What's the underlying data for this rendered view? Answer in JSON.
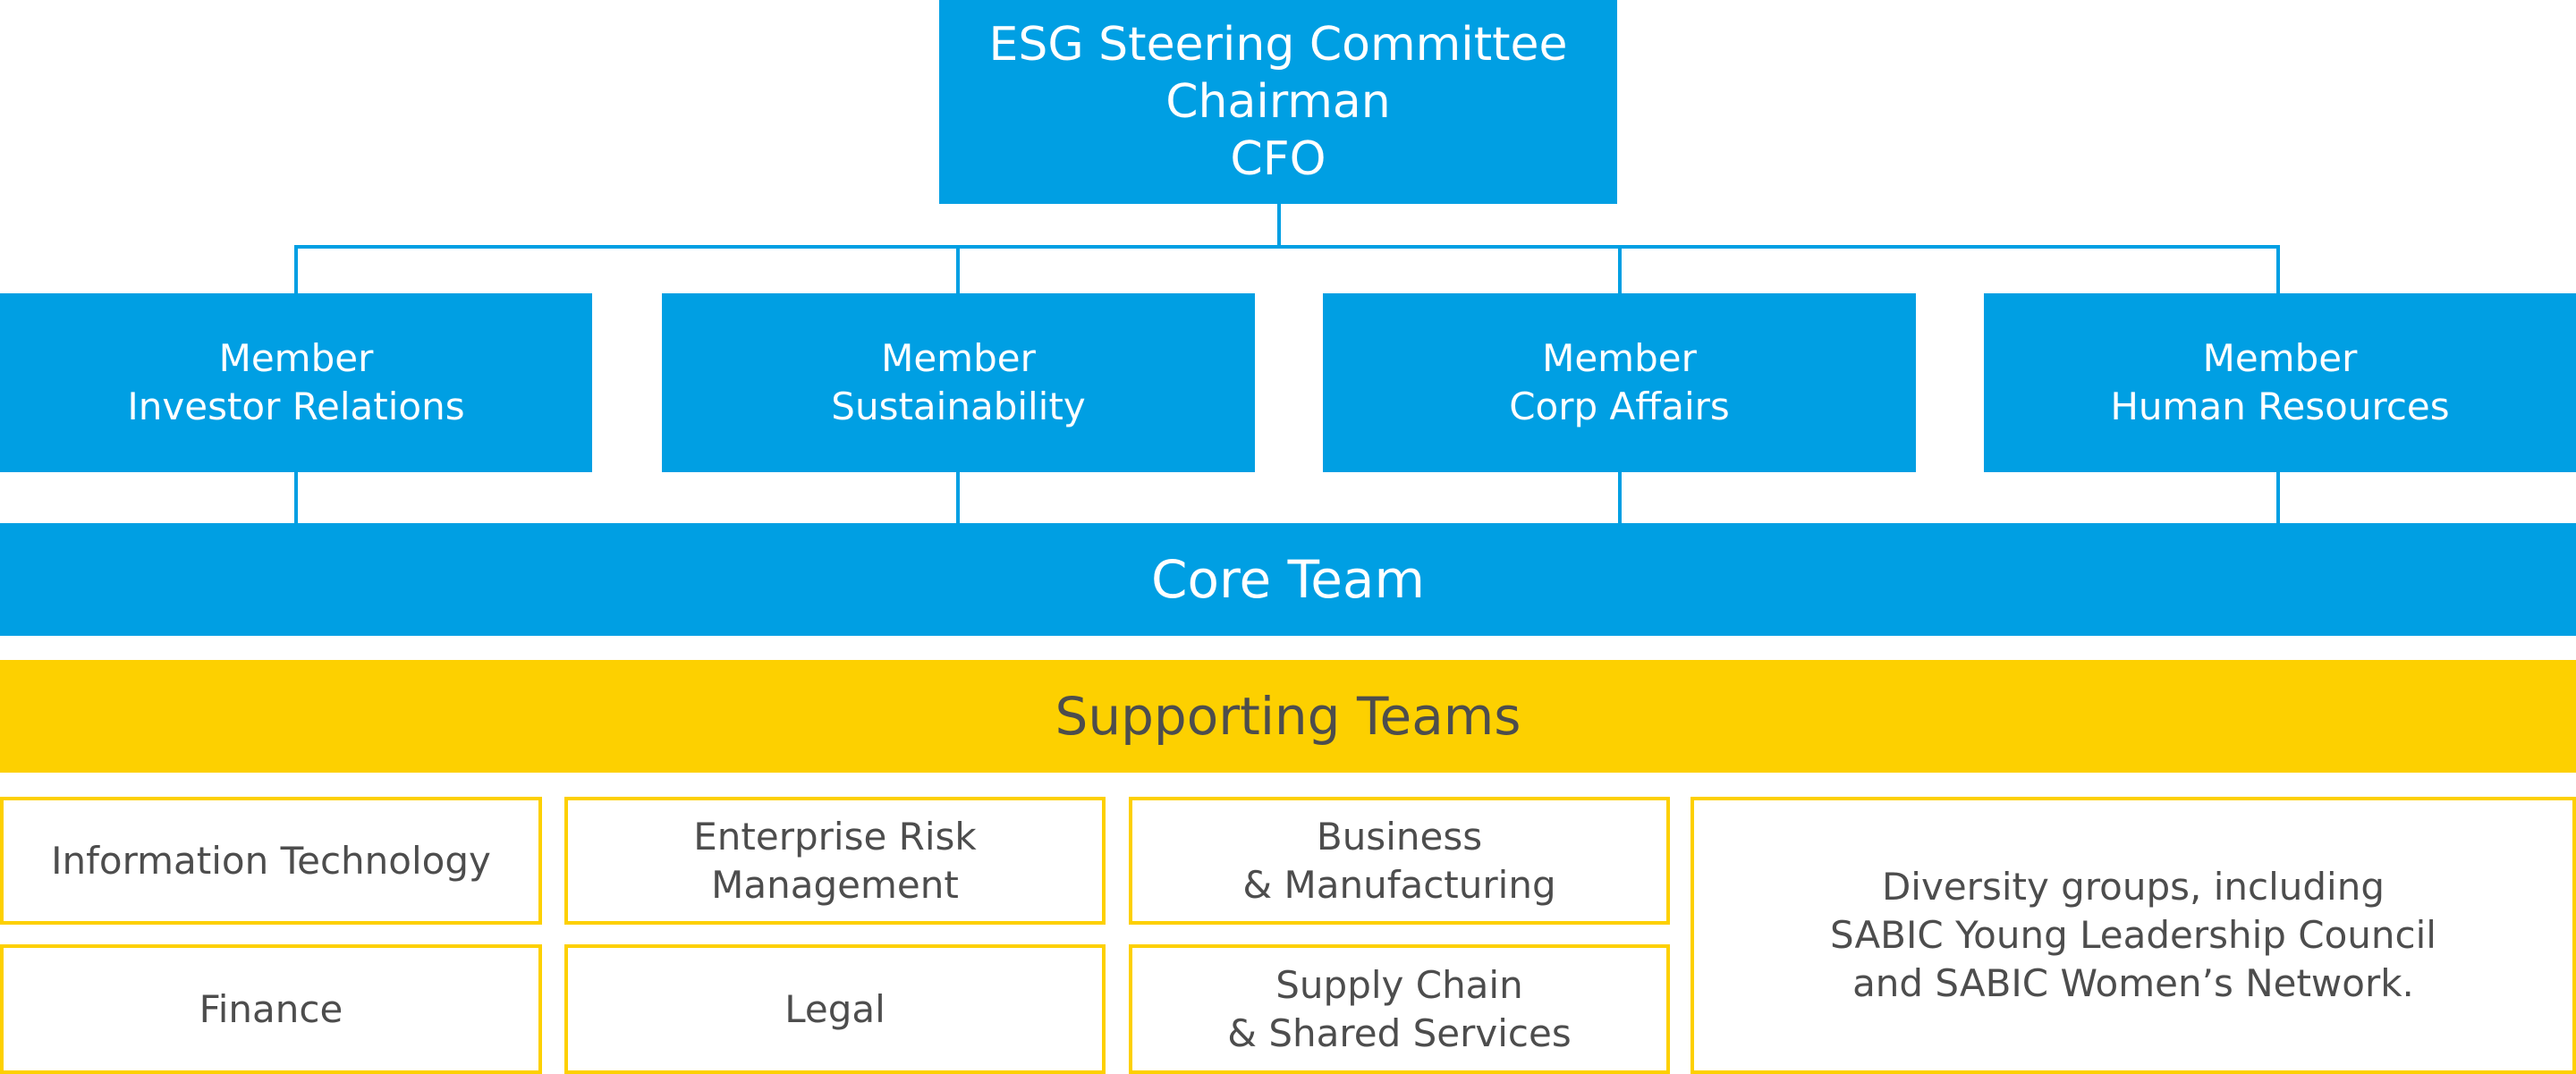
{
  "colors": {
    "blue": "#009FE3",
    "yellow": "#FDD000"
  },
  "committee": {
    "lines": [
      "ESG Steering Committee",
      "Chairman",
      "CFO"
    ]
  },
  "members": [
    {
      "role": "Member",
      "area": "Investor Relations"
    },
    {
      "role": "Member",
      "area": "Sustainability"
    },
    {
      "role": "Member",
      "area": "Corp Affairs"
    },
    {
      "role": "Member",
      "area": "Human Resources"
    }
  ],
  "core_team": {
    "label": "Core Team"
  },
  "supporting_teams": {
    "label": "Supporting Teams",
    "teams": [
      {
        "lines": [
          "Information Technology"
        ]
      },
      {
        "lines": [
          "Enterprise Risk",
          "Management"
        ]
      },
      {
        "lines": [
          "Business",
          "& Manufacturing"
        ]
      },
      {
        "lines": [
          "Finance"
        ]
      },
      {
        "lines": [
          "Legal"
        ]
      },
      {
        "lines": [
          "Supply Chain",
          "& Shared Services"
        ]
      },
      {
        "lines": [
          "Diversity groups, including",
          "SABIC Young Leadership Council",
          "and SABIC Women’s Network."
        ]
      }
    ]
  }
}
